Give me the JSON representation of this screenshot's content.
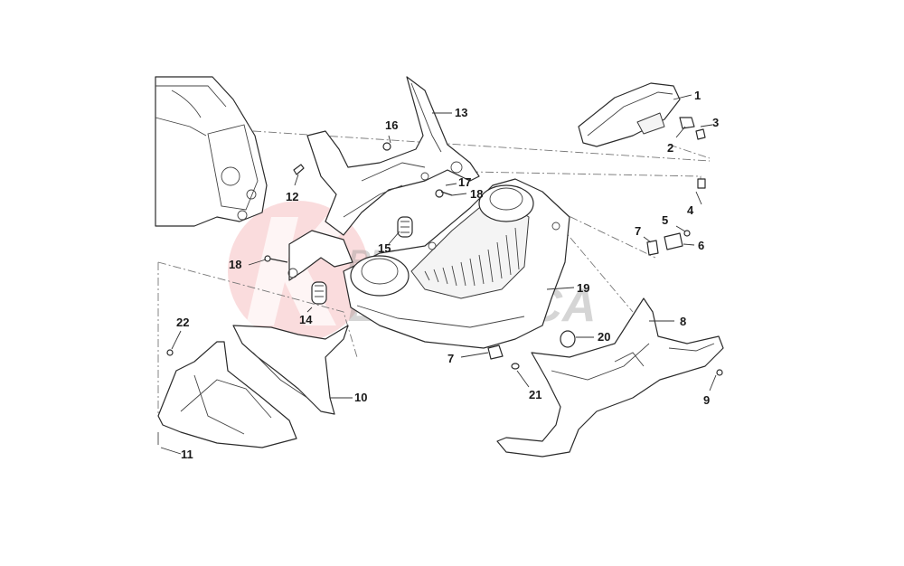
{
  "diagram": {
    "watermark": {
      "line1": "RICAMBI",
      "line2": "ECCANICA",
      "letter": "K",
      "color": "#e0282d"
    },
    "labels": [
      {
        "id": "1",
        "text": "1"
      },
      {
        "id": "2",
        "text": "2"
      },
      {
        "id": "3",
        "text": "3"
      },
      {
        "id": "4",
        "text": "4"
      },
      {
        "id": "5",
        "text": "5"
      },
      {
        "id": "6",
        "text": "6"
      },
      {
        "id": "7a",
        "text": "7"
      },
      {
        "id": "7b",
        "text": "7"
      },
      {
        "id": "8",
        "text": "8"
      },
      {
        "id": "9",
        "text": "9"
      },
      {
        "id": "10",
        "text": "10"
      },
      {
        "id": "11",
        "text": "11"
      },
      {
        "id": "12",
        "text": "12"
      },
      {
        "id": "13",
        "text": "13"
      },
      {
        "id": "14",
        "text": "14"
      },
      {
        "id": "15",
        "text": "15"
      },
      {
        "id": "16",
        "text": "16"
      },
      {
        "id": "17",
        "text": "17"
      },
      {
        "id": "18a",
        "text": "18"
      },
      {
        "id": "18b",
        "text": "18"
      },
      {
        "id": "19",
        "text": "19"
      },
      {
        "id": "20",
        "text": "20"
      },
      {
        "id": "21",
        "text": "21"
      },
      {
        "id": "22",
        "text": "22"
      }
    ]
  }
}
